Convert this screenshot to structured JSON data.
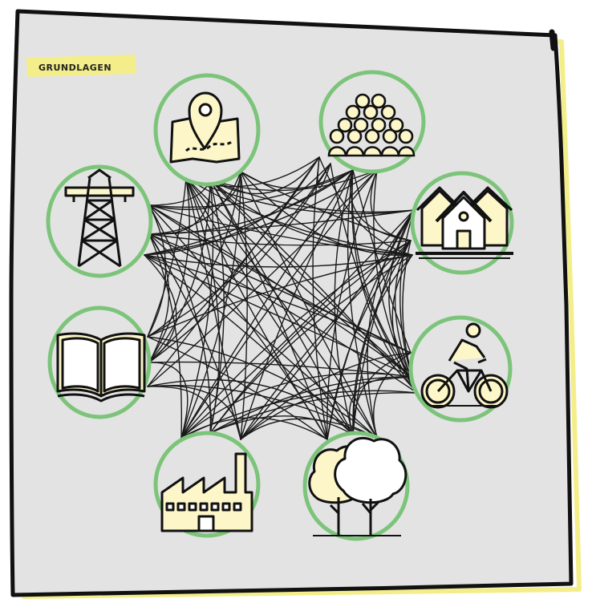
{
  "section_label": "GRUNDLAGEN",
  "colors": {
    "background": "#e3e3e3",
    "frame": "#111111",
    "highlight": "#f4ee8a",
    "ring": "#7cc47a",
    "icon_fill": "#fdf6c8"
  },
  "nodes": [
    {
      "id": "map",
      "icon": "map-location-icon"
    },
    {
      "id": "people",
      "icon": "people-crowd-icon"
    },
    {
      "id": "housing",
      "icon": "houses-icon"
    },
    {
      "id": "mobility",
      "icon": "cyclist-icon"
    },
    {
      "id": "nature",
      "icon": "trees-icon"
    },
    {
      "id": "industry",
      "icon": "factory-icon"
    },
    {
      "id": "knowledge",
      "icon": "open-book-icon"
    },
    {
      "id": "energy",
      "icon": "power-pylon-icon"
    }
  ]
}
